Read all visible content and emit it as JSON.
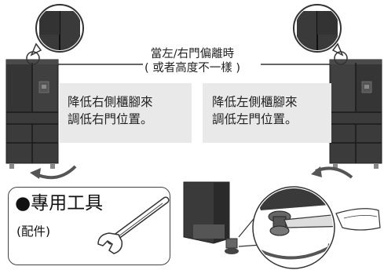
{
  "heading": {
    "line1": "當左/右門偏離時",
    "line2": "( 或者高度不一樣 )"
  },
  "left_note": {
    "line1": "降低右側櫃腳來",
    "line2": "調低右門位置。"
  },
  "right_note": {
    "line1": "降低左側櫃腳來",
    "line2": "調低左門位置。"
  },
  "tool_box": {
    "title": "●專用工具",
    "subtitle": "(配件)"
  },
  "colors": {
    "fridge_body": "#3a3a3a",
    "fridge_dark": "#262626",
    "note_bg": "#e9e9e9",
    "arrow": "#555555"
  },
  "icons": [
    "left-refrigerator-icon",
    "right-refrigerator-icon",
    "left-zoom-callout-icon",
    "right-zoom-callout-icon",
    "left-rotate-arrow-icon",
    "right-rotate-arrow-icon",
    "wrench-tool-icon",
    "foot-adjust-illustration"
  ]
}
